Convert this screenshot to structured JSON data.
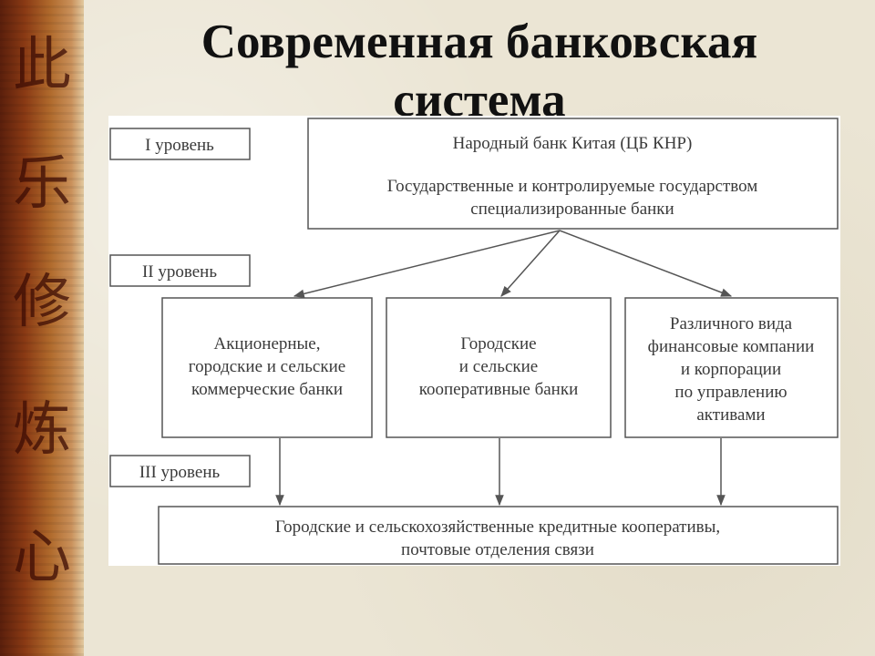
{
  "slide": {
    "title_line1": "Современная банковская",
    "title_line2": "система"
  },
  "levels": {
    "level1": "I уровень",
    "level2": "II уровень",
    "level3": "III уровень"
  },
  "nodes": {
    "top": {
      "line1": "Народный банк Китая (ЦБ КНР)",
      "line2": "Государственные и контролируемые государством",
      "line3": "специализированные банки"
    },
    "joint_stock": {
      "line1": "Акционерные,",
      "line2": "городские и сельские",
      "line3": "коммерческие банки"
    },
    "cooperative": {
      "line1": "Городские",
      "line2": "и сельские",
      "line3": "кооперативные банки"
    },
    "financial": {
      "line1": "Различного вида",
      "line2": "финансовые компании",
      "line3": "и корпорации",
      "line4": "по управлению",
      "line5": "активами"
    },
    "bottom": {
      "line1": "Городские и сельскохозяйственные кредитные кооперативы,",
      "line2": "почтовые отделения связи"
    }
  },
  "colors": {
    "box_stroke": "#555555",
    "text": "#3a3a3a"
  }
}
